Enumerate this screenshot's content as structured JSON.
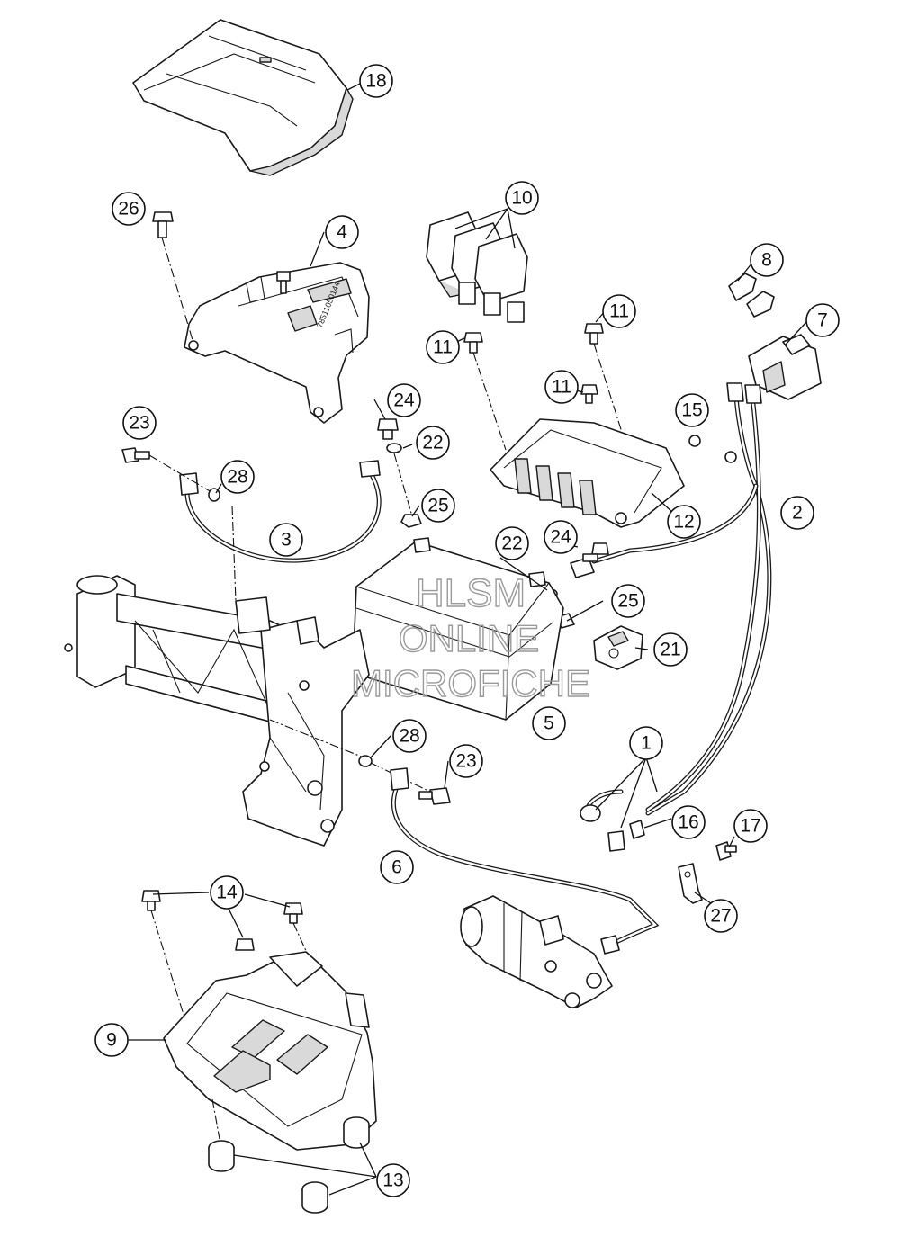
{
  "callouts": {
    "c1": "1",
    "c2": "2",
    "c3": "3",
    "c4": "4",
    "c5": "5",
    "c6": "6",
    "c7": "7",
    "c8": "8",
    "c9": "9",
    "c10": "10",
    "c11a": "11",
    "c11b": "11",
    "c11c": "11",
    "c12": "12",
    "c13": "13",
    "c14": "14",
    "c15": "15",
    "c16": "16",
    "c17": "17",
    "c18": "18",
    "c21": "21",
    "c22a": "22",
    "c22b": "22",
    "c23a": "23",
    "c23b": "23",
    "c24a": "24",
    "c24b": "24",
    "c25a": "25",
    "c25b": "25",
    "c26": "26",
    "c27": "27",
    "c28a": "28",
    "c28b": "28"
  },
  "watermark": {
    "line1": "HLSM",
    "line2": "ONLINE",
    "line3": "MICROFICHE"
  },
  "part_stamp": "78511050144"
}
